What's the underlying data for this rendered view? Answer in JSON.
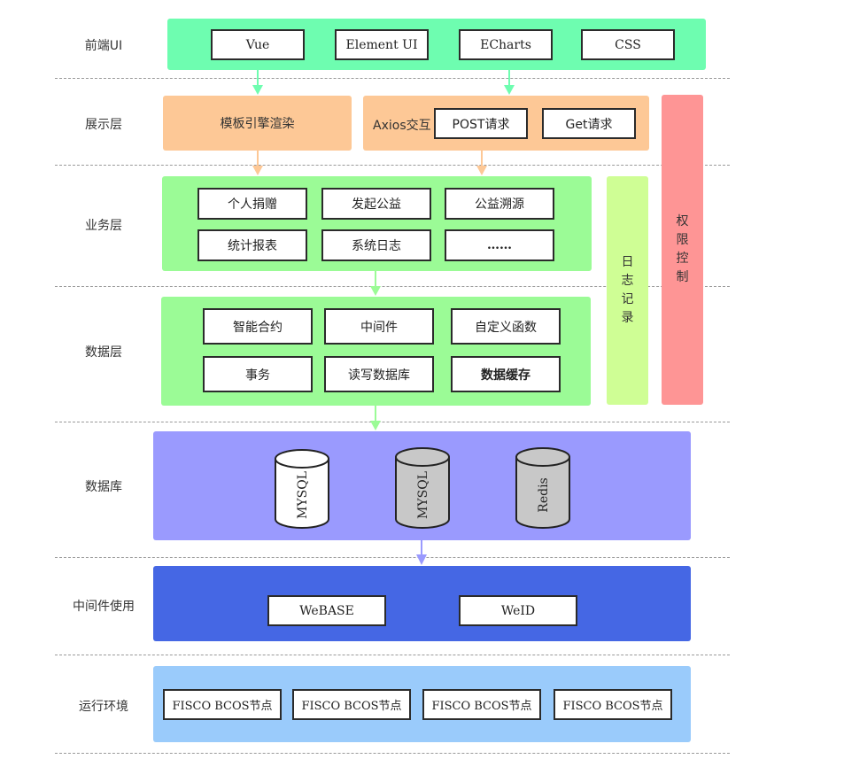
{
  "layers": {
    "frontend_ui": "前端UI",
    "presentation": "展示层",
    "business": "业务层",
    "data": "数据层",
    "database": "数据库",
    "middleware": "中间件使用",
    "runtime": "运行环境"
  },
  "frontend_ui": {
    "items": [
      "Vue",
      "Element UI",
      "ECharts",
      "CSS"
    ]
  },
  "presentation": {
    "template_render": "模板引擎渲染",
    "axios_label": "Axios交互",
    "post": "POST请求",
    "get": "Get请求"
  },
  "business": {
    "items": [
      "个人捐赠",
      "发起公益",
      "公益溯源",
      "统计报表",
      "系统日志",
      "……"
    ]
  },
  "data": {
    "items": [
      "智能合约",
      "中间件",
      "自定义函数",
      "事务",
      "读写数据库",
      "数据缓存"
    ]
  },
  "database": {
    "items": [
      "MYSQL",
      "MYSQL",
      "Redis"
    ]
  },
  "middleware": {
    "items": [
      "WeBASE",
      "WeID"
    ]
  },
  "runtime": {
    "items": [
      "FISCO BCOS节点",
      "FISCO BCOS节点",
      "FISCO BCOS节点",
      "FISCO BCOS节点"
    ]
  },
  "side": {
    "logging": [
      "日",
      "志",
      "记",
      "录"
    ],
    "permission": [
      "权",
      "限",
      "控",
      "制"
    ]
  },
  "colors": {
    "frontend_panel": "#6efdb0",
    "presentation_panel": "#fdc896",
    "business_panel": "#9bfb96",
    "data_panel": "#9bfb96",
    "database_panel": "#9a9afe",
    "middleware_panel": "#4567e4",
    "runtime_panel": "#9acbfb",
    "logging_panel": "#cffe95",
    "permission_panel": "#fe9595",
    "cylinder_white": "#ffffff",
    "cylinder_gray": "#c8c8c8"
  }
}
